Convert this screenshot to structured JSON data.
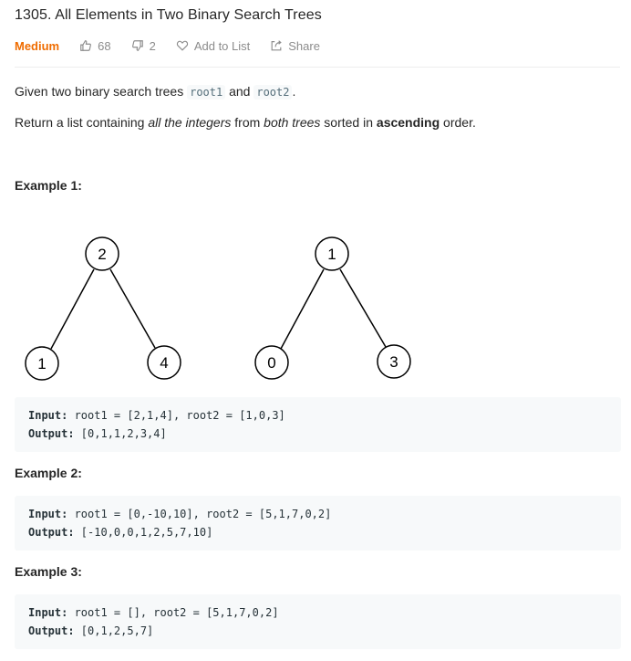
{
  "problem": {
    "title": "1305. All Elements in Two Binary Search Trees",
    "difficulty": "Medium",
    "likes": "68",
    "dislikes": "2",
    "add_to_list": "Add to List",
    "share": "Share",
    "colors": {
      "difficulty": "#ef6c00",
      "text": "#262626",
      "muted": "#8c8c8c",
      "code_bg": "#f7f9fa"
    }
  },
  "description": {
    "p1_prefix": "Given two binary search trees ",
    "p1_code1": "root1",
    "p1_mid": " and ",
    "p1_code2": "root2",
    "p1_suffix": ".",
    "p2_prefix": "Return a list containing ",
    "p2_em1": "all the integers",
    "p2_mid1": " from ",
    "p2_em2": "both trees",
    "p2_mid2": " sorted in ",
    "p2_strong": "ascending",
    "p2_suffix": " order."
  },
  "examples": [
    {
      "title": "Example 1:",
      "input_label": "Input:",
      "input": " root1 = [2,1,4], root2 = [1,0,3]",
      "output_label": "Output:",
      "output": " [0,1,1,2,3,4]"
    },
    {
      "title": "Example 2:",
      "input_label": "Input:",
      "input": " root1 = [0,-10,10], root2 = [5,1,7,0,2]",
      "output_label": "Output:",
      "output": " [-10,0,0,1,2,5,7,10]"
    },
    {
      "title": "Example 3:",
      "input_label": "Input:",
      "input": " root1 = [], root2 = [5,1,7,0,2]",
      "output_label": "Output:",
      "output": " [0,1,2,5,7]"
    }
  ],
  "tree1": {
    "root": "2",
    "left": "1",
    "right": "4"
  },
  "tree2": {
    "root": "1",
    "left": "0",
    "right": "3"
  },
  "icons": {
    "like": "thumbs-up-icon",
    "dislike": "thumbs-down-icon",
    "add": "heart-icon",
    "share": "share-icon"
  }
}
